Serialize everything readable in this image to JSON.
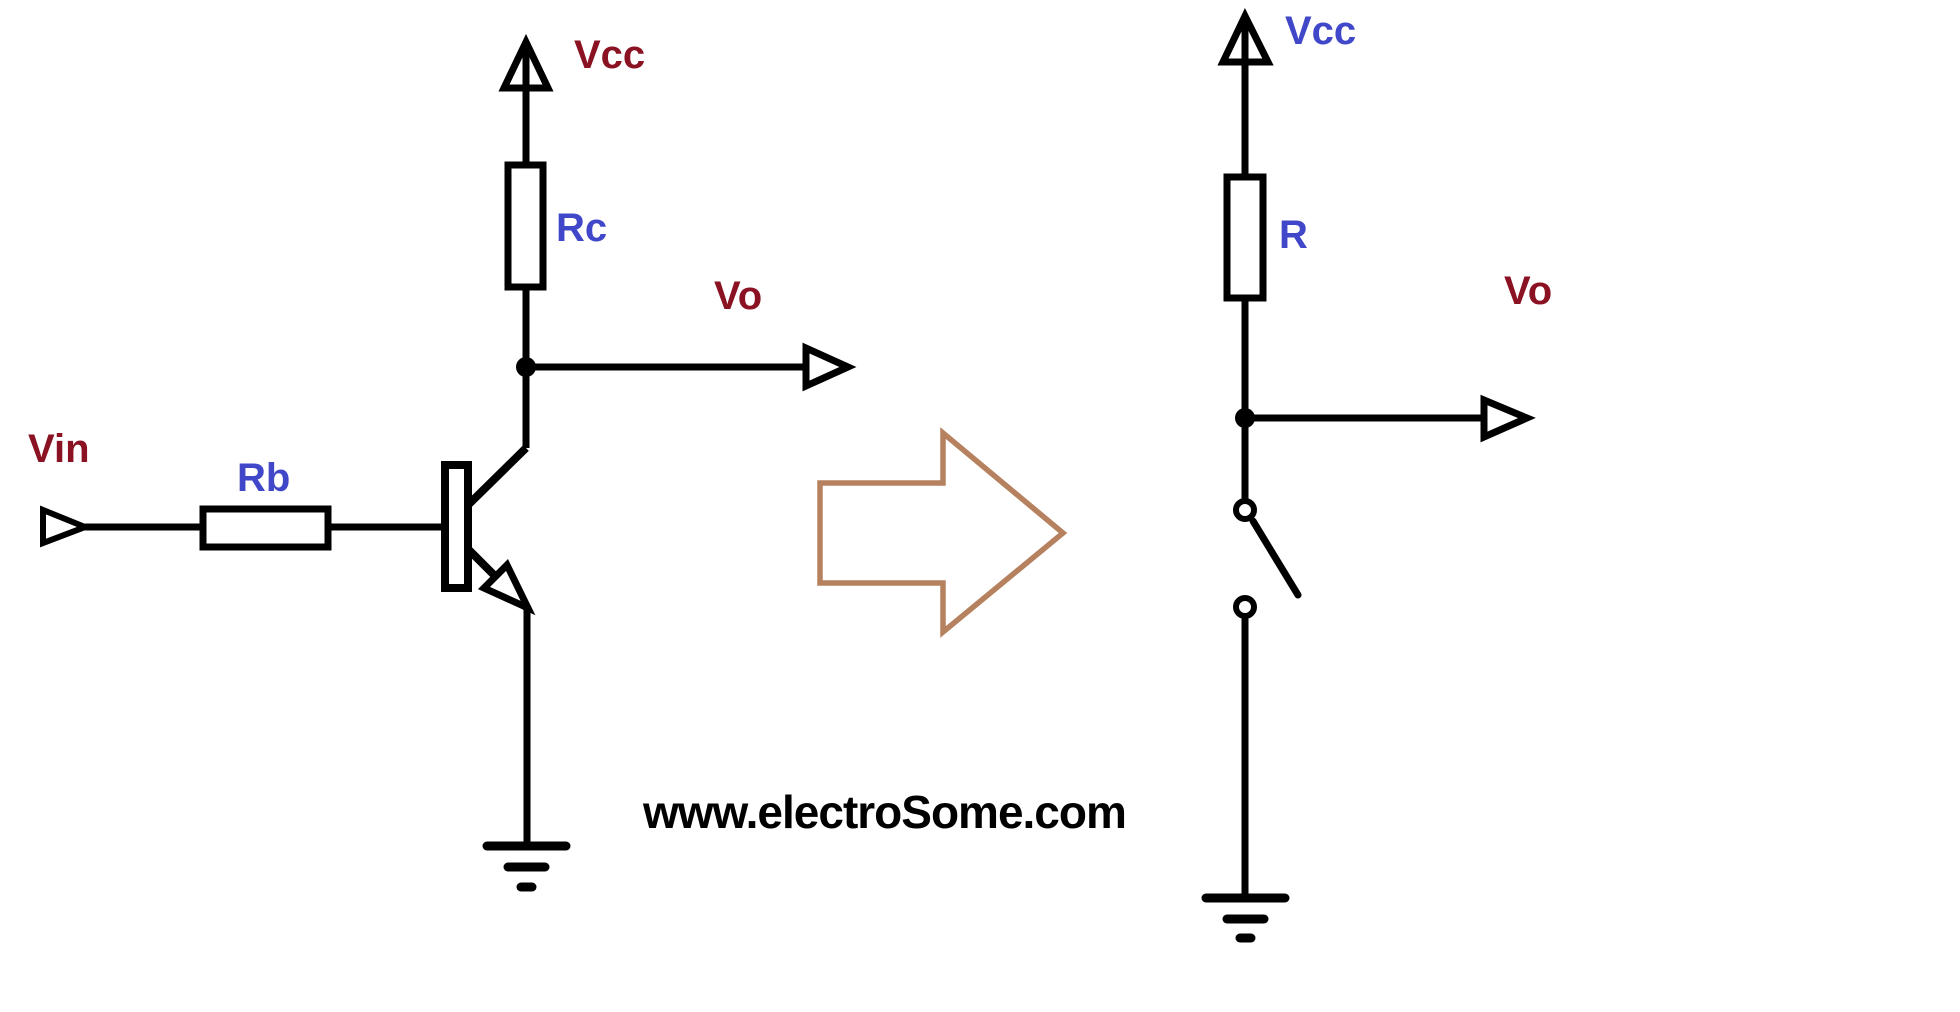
{
  "colors": {
    "wire": "#000000",
    "label_red": "#8a1222",
    "label_blue": "#4147c9",
    "arrow_tan": "#b5815e"
  },
  "left_circuit": {
    "vcc_label": "Vcc",
    "rc_label": "Rc",
    "vo_label": "Vo",
    "vin_label": "Vin",
    "rb_label": "Rb"
  },
  "right_circuit": {
    "vcc_label": "Vcc",
    "r_label": "R",
    "vo_label": "Vo"
  },
  "watermark": "www.electroSome.com"
}
